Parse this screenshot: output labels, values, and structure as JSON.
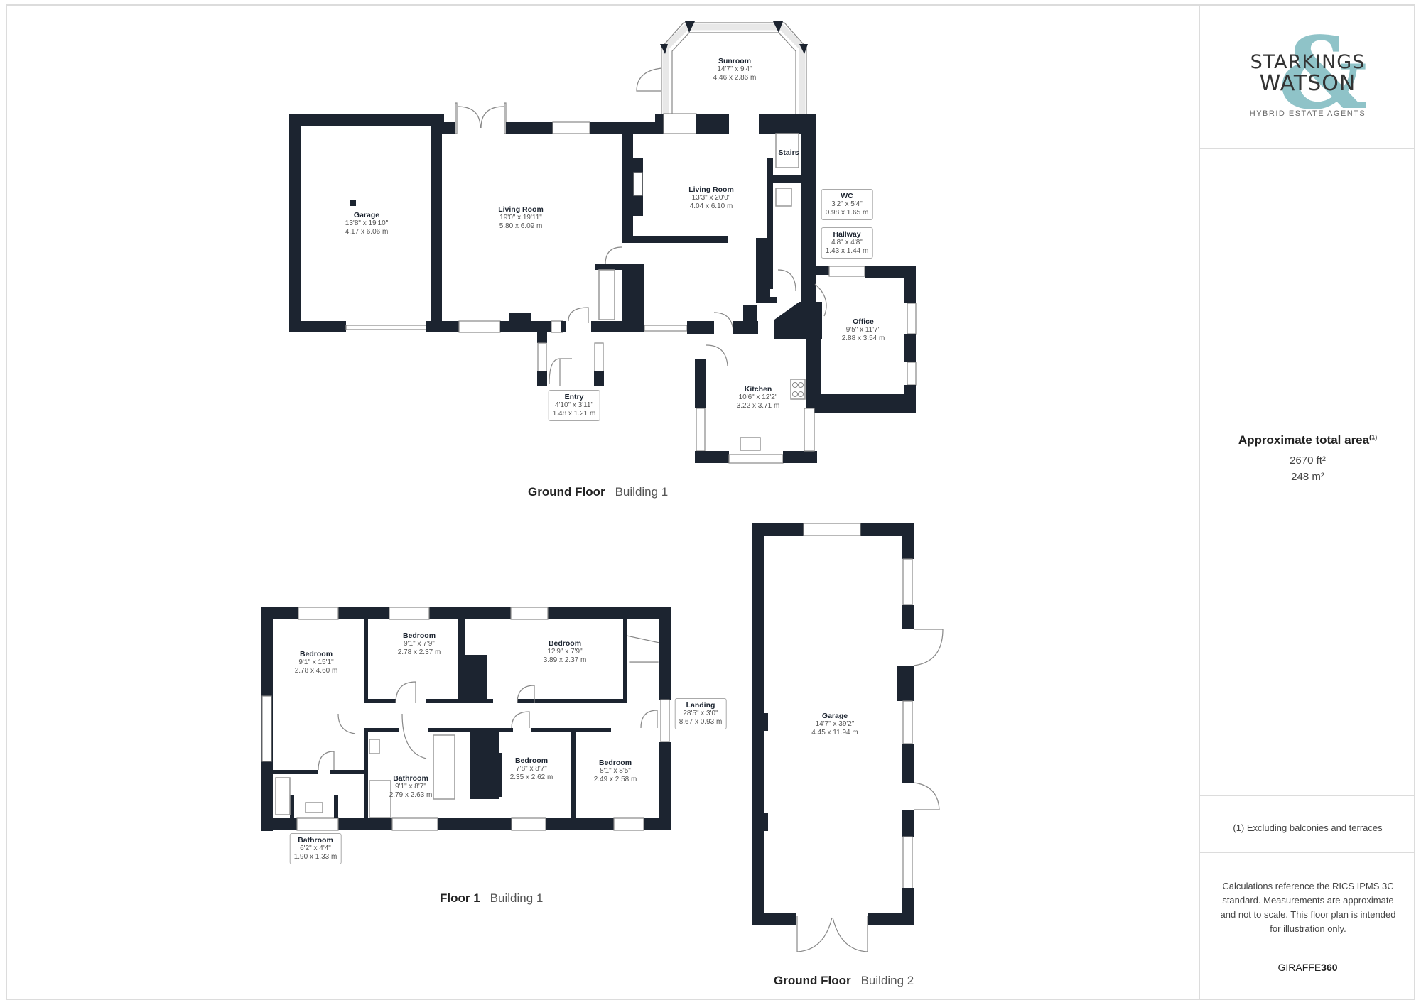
{
  "brand": {
    "name_line1": "STARKINGS",
    "name_line2": "WATSON",
    "ampersand": "&",
    "tagline": "HYBRID ESTATE AGENTS",
    "accent_color": "#8fc3c8"
  },
  "summary": {
    "title": "Approximate total area",
    "footnote_marker": "(1)",
    "area_ft": "2670 ft²",
    "area_m": "248 m²",
    "footnote": "(1) Excluding balconies and terraces",
    "disclaimer": "Calculations reference the RICS IPMS 3C standard. Measurements are approximate and not to scale. This floor plan is intended for illustration only.",
    "provider_a": "GIRAFFE",
    "provider_b": "360"
  },
  "colors": {
    "wall": "#1c2430",
    "frame": "#dcdcdc"
  },
  "floors": [
    {
      "name": "Ground Floor",
      "building": "Building 1",
      "rooms": [
        {
          "name": "Garage",
          "imperial": "13'8\" x 19'10\"",
          "metric": "4.17 x 6.06 m"
        },
        {
          "name": "Living Room",
          "imperial": "19'0\" x 19'11\"",
          "metric": "5.80 x 6.09 m"
        },
        {
          "name": "Sunroom",
          "imperial": "14'7\" x 9'4\"",
          "metric": "4.46 x 2.86 m"
        },
        {
          "name": "Living Room",
          "imperial": "13'3\" x 20'0\"",
          "metric": "4.04 x 6.10 m"
        },
        {
          "name": "Stairs"
        },
        {
          "name": "WC",
          "imperial": "3'2\" x 5'4\"",
          "metric": "0.98 x 1.65 m"
        },
        {
          "name": "Hallway",
          "imperial": "4'8\" x 4'8\"",
          "metric": "1.43 x 1.44 m"
        },
        {
          "name": "Office",
          "imperial": "9'5\" x 11'7\"",
          "metric": "2.88 x 3.54 m"
        },
        {
          "name": "Kitchen",
          "imperial": "10'6\" x 12'2\"",
          "metric": "3.22 x 3.71 m"
        },
        {
          "name": "Entry",
          "imperial": "4'10\" x 3'11\"",
          "metric": "1.48 x 1.21 m"
        }
      ]
    },
    {
      "name": "Floor 1",
      "building": "Building 1",
      "rooms": [
        {
          "name": "Bedroom",
          "imperial": "9'1\" x 15'1\"",
          "metric": "2.78 x 4.60 m"
        },
        {
          "name": "Bedroom",
          "imperial": "9'1\" x 7'9\"",
          "metric": "2.78 x 2.37 m"
        },
        {
          "name": "Bedroom",
          "imperial": "12'9\" x 7'9\"",
          "metric": "3.89 x 2.37 m"
        },
        {
          "name": "Landing",
          "imperial": "28'5\" x 3'0\"",
          "metric": "8.67 x 0.93 m"
        },
        {
          "name": "Bathroom",
          "imperial": "9'1\" x 8'7\"",
          "metric": "2.79 x 2.63 m"
        },
        {
          "name": "Bedroom",
          "imperial": "7'8\" x 8'7\"",
          "metric": "2.35 x 2.62 m"
        },
        {
          "name": "Bedroom",
          "imperial": "8'1\" x 8'5\"",
          "metric": "2.49 x 2.58 m"
        },
        {
          "name": "Bathroom",
          "imperial": "6'2\" x 4'4\"",
          "metric": "1.90 x 1.33 m"
        }
      ]
    },
    {
      "name": "Ground Floor",
      "building": "Building 2",
      "rooms": [
        {
          "name": "Garage",
          "imperial": "14'7\" x 39'2\"",
          "metric": "4.45 x 11.94 m"
        }
      ]
    }
  ]
}
